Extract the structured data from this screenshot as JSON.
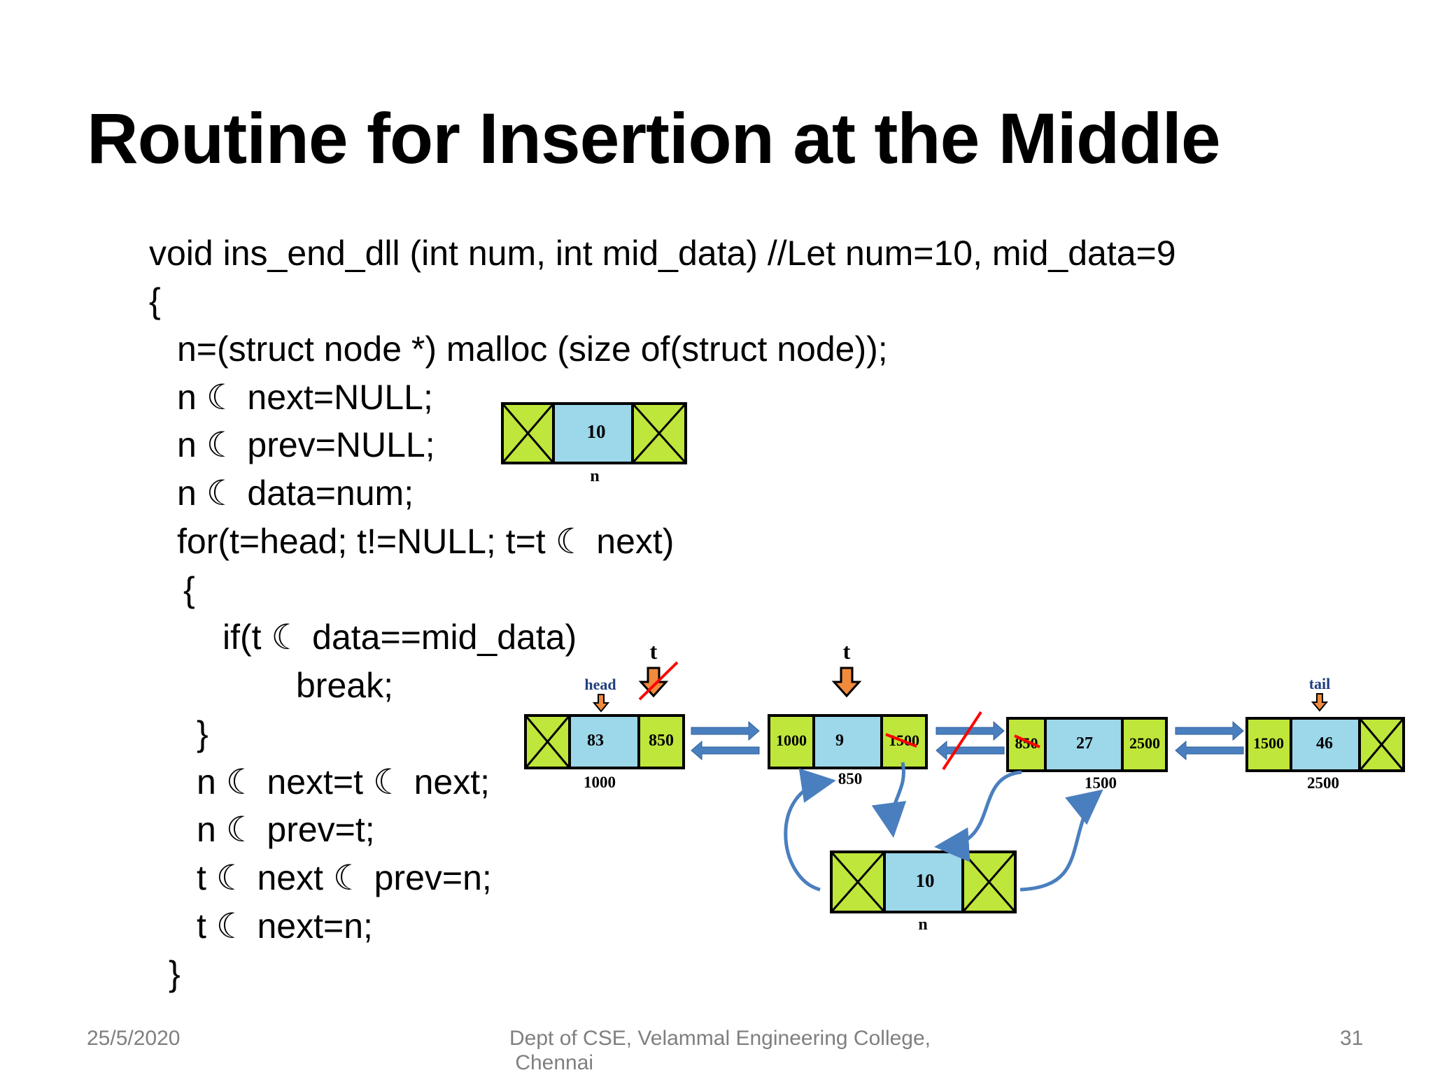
{
  "title": "Routine for Insertion at the Middle",
  "code_lines": [
    "void ins_end_dll (int num, int mid_data) //Let num=10, mid_data=9",
    "{",
    "n=(struct node *) malloc (size of(struct node));",
    "n ☾ next=NULL;",
    "n ☾ prev=NULL;",
    "n ☾ data=num;",
    "for(t=head; t!=NULL; t=t ☾ next)",
    "{",
    "if(t ☾ data==mid_data)",
    "break;",
    "}",
    "n ☾ next=t ☾ next;",
    "n ☾ prev=t;",
    "t ☾ next ☾ prev=n;",
    "t ☾ next=n;",
    "}"
  ],
  "diagram": {
    "new_node": {
      "data": "10",
      "name": "n"
    },
    "list_nodes": [
      {
        "prev": "",
        "data": "83",
        "next": "850",
        "address": "1000"
      },
      {
        "prev": "1000",
        "data": "9",
        "next": "1500",
        "address": "850"
      },
      {
        "prev": "850",
        "data": "27",
        "next": "2500",
        "address": "1500"
      },
      {
        "prev": "1500",
        "data": "46",
        "next": "",
        "address": "2500"
      }
    ],
    "inserted_node": {
      "data": "10",
      "name": "n"
    },
    "pointer_labels": {
      "t_first": "t",
      "t_second": "t",
      "head": "head",
      "tail": "tail"
    },
    "colors": {
      "pointer_field": "#bfe63a",
      "data_field": "#9cd7ea",
      "arrow": "#4a7fbf",
      "strike": "#ff0000",
      "pointer_arrow": "#f08a3c"
    }
  },
  "footer": {
    "date": "25/5/2020",
    "dept": "Dept of CSE, Velammal Engineering College,\n Chennai",
    "page": "31"
  }
}
